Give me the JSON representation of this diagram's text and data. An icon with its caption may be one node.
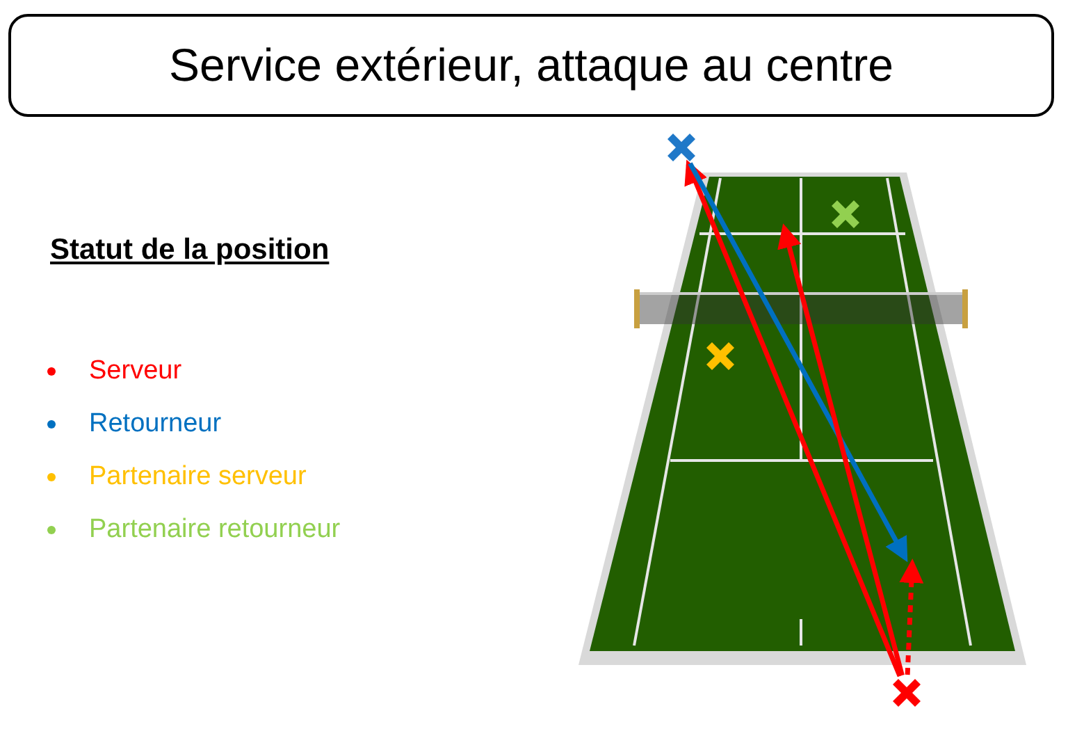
{
  "diagram": {
    "title": "Service extérieur, attaque au centre",
    "nodes": [
      {
        "text": [],
        "shape": "cross"
      },
      {
        "text": [],
        "shape": "cross"
      },
      {
        "text": [],
        "shape": "cross"
      },
      {
        "text": [],
        "shape": "cross"
      }
    ],
    "edges": [
      {
        "from": 3,
        "to": 0,
        "arrow": "to"
      },
      {
        "from": 0,
        "to": null,
        "arrow": "to",
        "color": "#0070c0"
      },
      {
        "from": 3,
        "to": null,
        "arrow": "to",
        "style": "dashed"
      },
      {
        "from": 3,
        "to": null,
        "arrow": "to"
      }
    ],
    "labels": [
      "Statut de la position"
    ],
    "legend": [
      {
        "text": "Serveur",
        "color": "#ff0000"
      },
      {
        "text": "Retourneur",
        "color": "#0070c0"
      },
      {
        "text": "Partenaire serveur",
        "color": "#ffc000"
      },
      {
        "text": "Partenaire retourneur",
        "color": "#92d050"
      }
    ]
  }
}
